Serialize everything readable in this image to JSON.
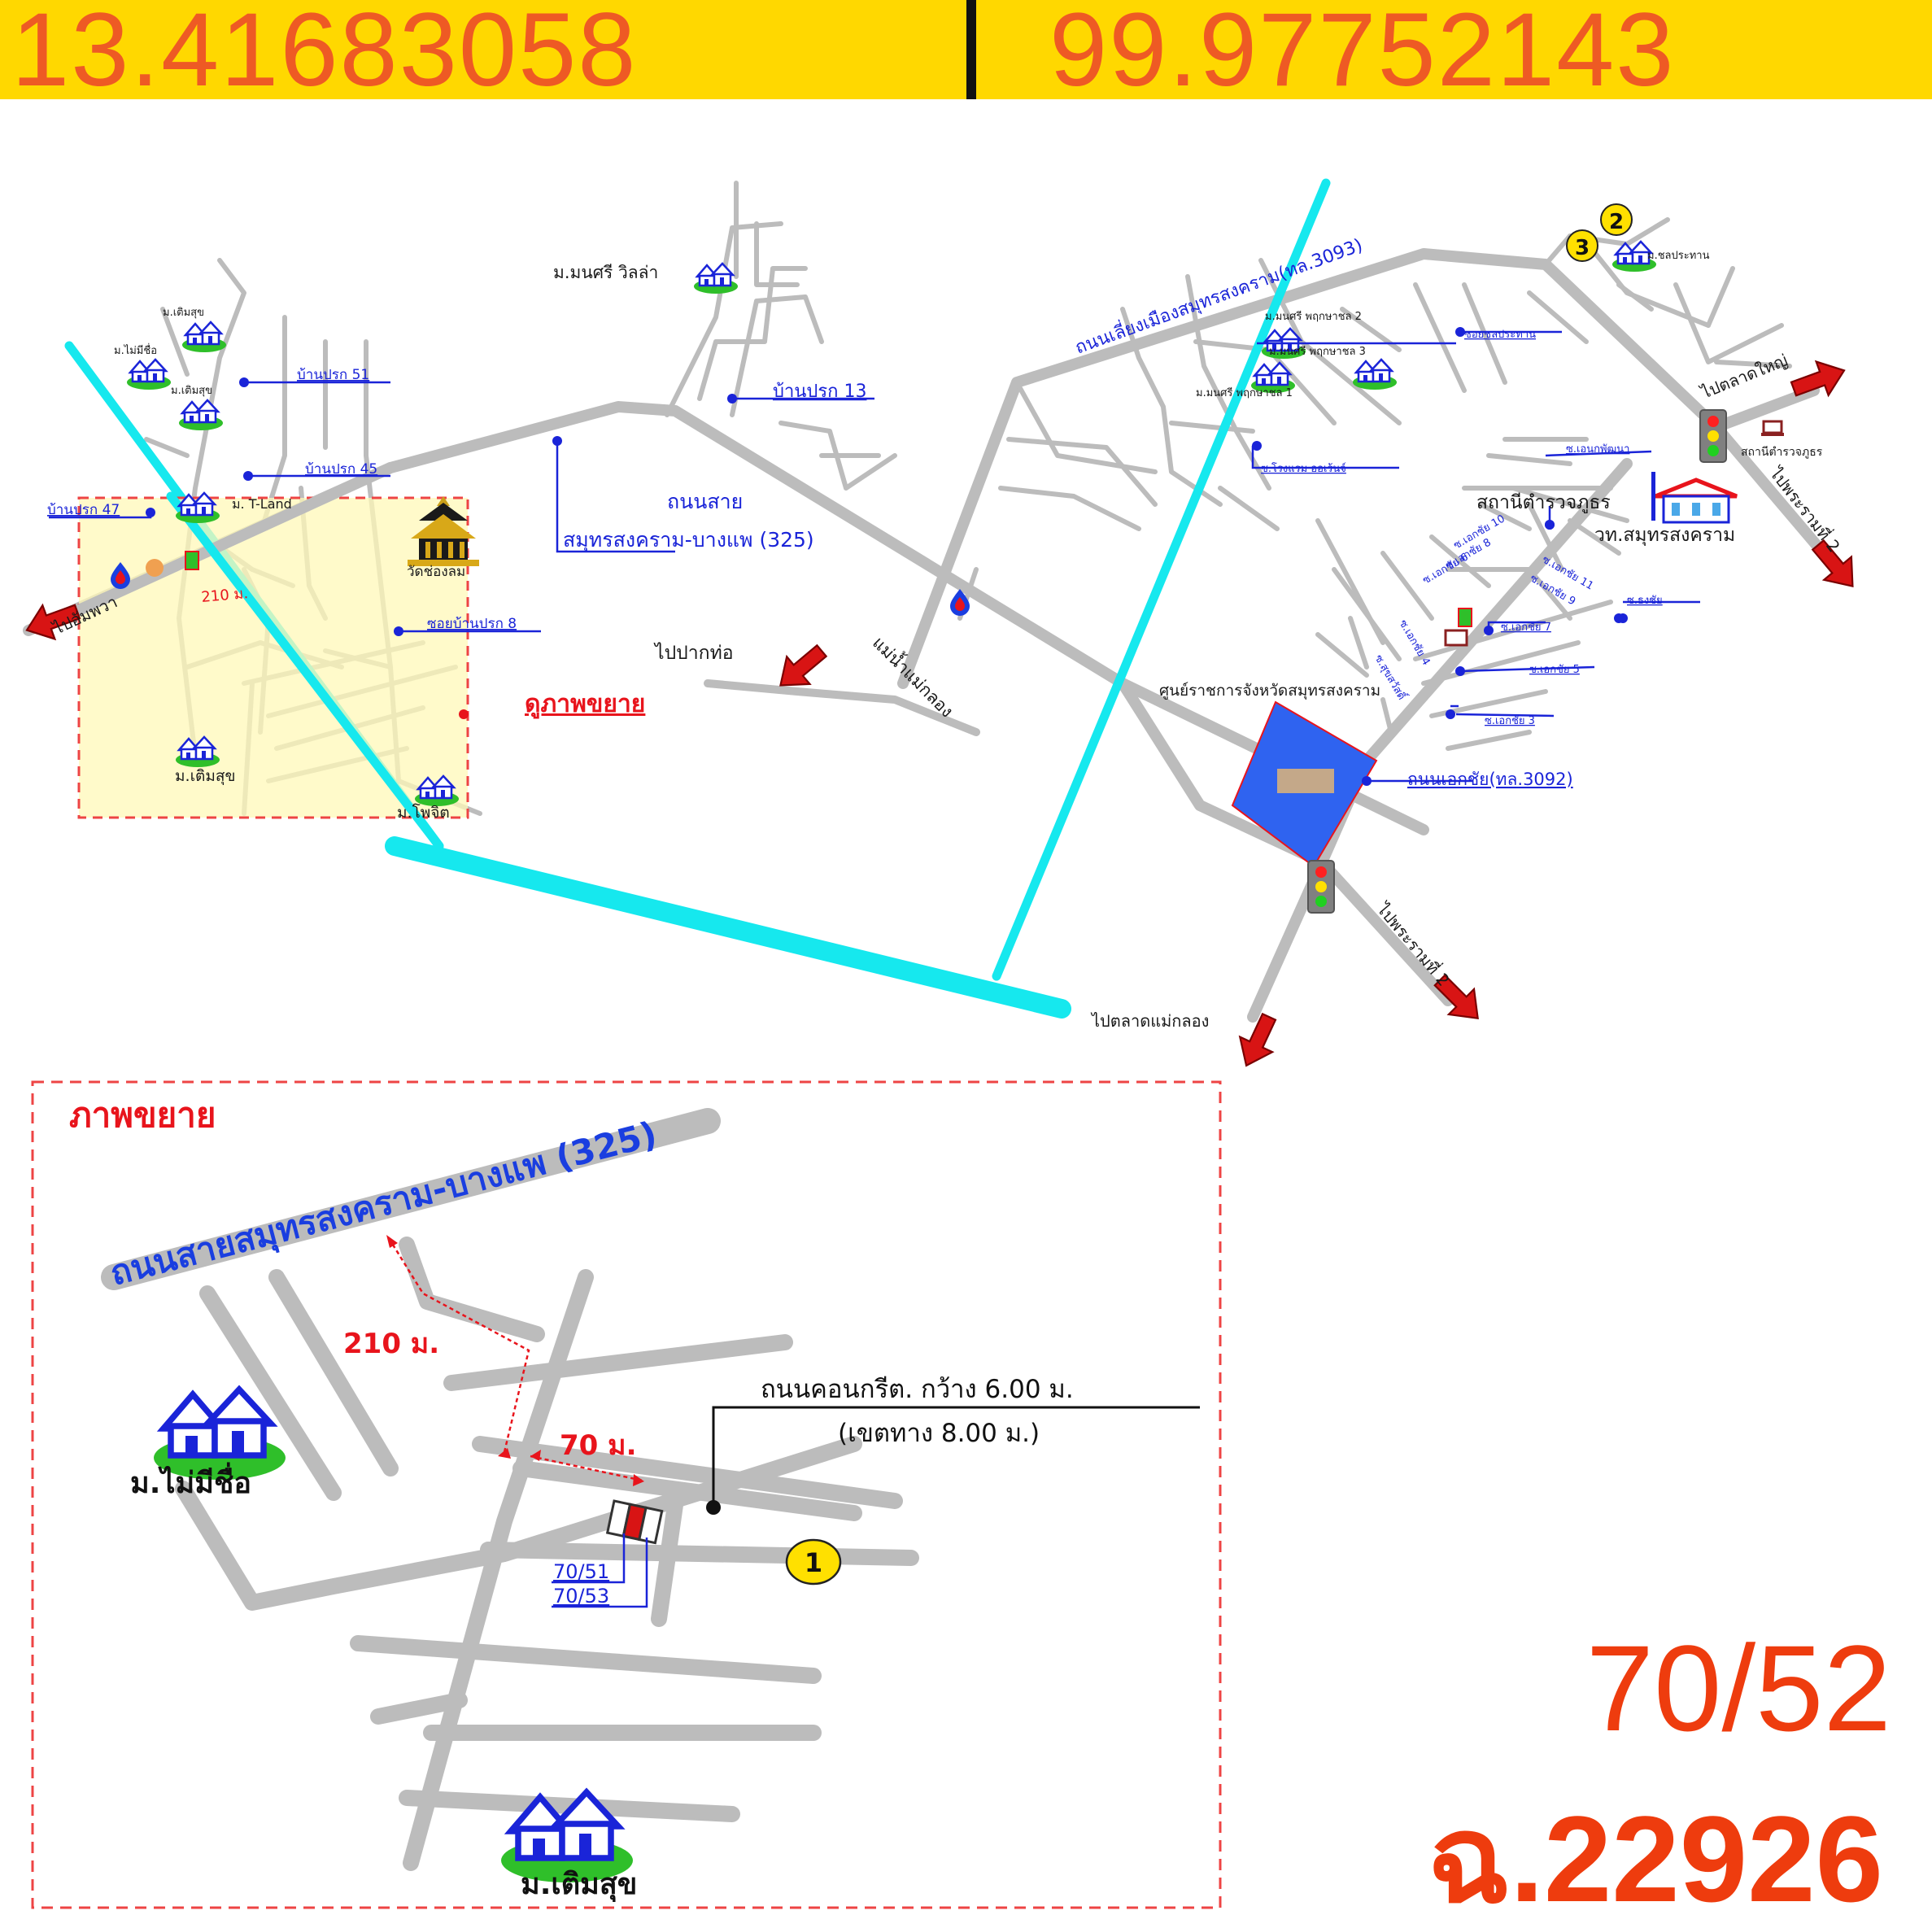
{
  "header": {
    "latitude": "13.41683058",
    "longitude": "99.97752143"
  },
  "colors": {
    "header_bg": "#ffd800",
    "coord_text": "#ee5a24",
    "road": "#bcbcbc",
    "canal": "#16e8ee",
    "label_blue": "#1a24d8",
    "label_red": "#e8141c",
    "highlight_fill": "#fff8b8",
    "government_fill": "#2f63f0"
  },
  "icons": [
    "house-village-icon",
    "traffic-light-icon",
    "gas-station-icon",
    "temple-icon",
    "direction-arrow-icon",
    "numbered-marker-icon",
    "government-center-icon",
    "school-icon",
    "police-station-icon",
    "convenience-store-icon"
  ],
  "main_map": {
    "roads": {
      "road_325_line1": "ถนนสาย",
      "road_325_line2": "สมุทรสงคราม-บางแพ (325)",
      "bypass_3093": "ถนนเลี่ยงเมืองสมุทรสงคราม(ทล.3093)",
      "ekachai_3092": "ถนนเอกชัย(ทล.3092)"
    },
    "villages": {
      "manasiri_villa": "ม.มนศรี วิลล่า",
      "toem_suk_top": "ม.เติมสุข",
      "mai_mi_chue": "ม.ไม่มีชื่อ",
      "toem_suk_2": "ม.เติมสุข",
      "t_land": "ม. T-Land",
      "toem_suk_bottom": "ม.เติมสุข",
      "phochit": "ม.โพจิต",
      "manasiri_2": "ม.มนศรี พฤกษาชล 2",
      "manasiri_3": "ม.มนศรี พฤกษาชล 3",
      "manasiri_1": "ม.มนศรี พฤกษาชล 1",
      "chonprathan": "ม.ชลประทาน"
    },
    "sois": {
      "ban_prok_51": "บ้านปรก 51",
      "ban_prok_13": "บ้านปรก 13",
      "ban_prok_45": "บ้านปรก 45",
      "ban_prok_47": "บ้านปรก 47",
      "ban_prok_8": "ซอยบ้านปรก 8",
      "chonprathan_soi": "ซอยชลประทาน",
      "rongraem": "ซ.โรงแรม ออเร้นจ์",
      "anek": "ซ.เอนกพัฒนา",
      "ekachai_10": "ซ.เอกชัย 10",
      "ekachai_8": "ซ.เอกชัย 8",
      "ekachai_6": "ซ.เอกชัย 6",
      "ekachai_11": "ซ.เอกชัย 11",
      "ekachai_9": "ซ.เอกชัย 9",
      "ekachai_7": "ซ.เอกชัย 7",
      "ekachai_5": "ซ.เอกชัย 5",
      "ekachai_3": "ซ.เอกชัย 3",
      "ekachai_4": "ซ.เอกชัย 4",
      "ekachai_2": "ซ.สุขสวัสดิ์",
      "soi_sai": "ซ.ธงชัย"
    },
    "landmarks": {
      "temple": "วัดช่องลม",
      "river": "แม่น้ำแม่กลอง",
      "police": "สถานีตำรวจภูธร",
      "police_small": "สถานีตำรวจภูธร",
      "school": "วท.สมุทรสงคราม",
      "government": "ศูนย์ราชการจังหวัดสมุทรสงคราม",
      "distance": "210 ม.",
      "zoom_link": "ดูภาพขยาย"
    },
    "directions": {
      "to_amphawa": "ไปอัมพวา",
      "to_pak_tho": "ไปปากท่อ",
      "to_talat_yai": "ไปตลาดใหญ่",
      "to_rama2_top": "ไปพระรามที่ 2",
      "to_rama2_bottom": "ไปพระรามที่ 2",
      "to_mae_klong_market": "ไปตลาดแม่กลอง"
    },
    "markers": [
      "2",
      "3"
    ]
  },
  "inset": {
    "title": "ภาพขยาย",
    "road_name": "ถนนสายสมุทรสงคราม-บางแพ (325)",
    "distance_210": "210 ม.",
    "distance_70": "70 ม.",
    "concrete_road_line1": "ถนนคอนกรีต. กว้าง 6.00 ม.",
    "concrete_road_line2": "(เขตทาง 8.00 ม.)",
    "village_left": "ม.ไม่มีชื่อ",
    "village_bottom": "ม.เติมสุข",
    "plot_a": "70/51",
    "plot_b": "70/53",
    "marker": "1"
  },
  "deed_number": "70/52",
  "parcel_code": "ฉ.22926"
}
